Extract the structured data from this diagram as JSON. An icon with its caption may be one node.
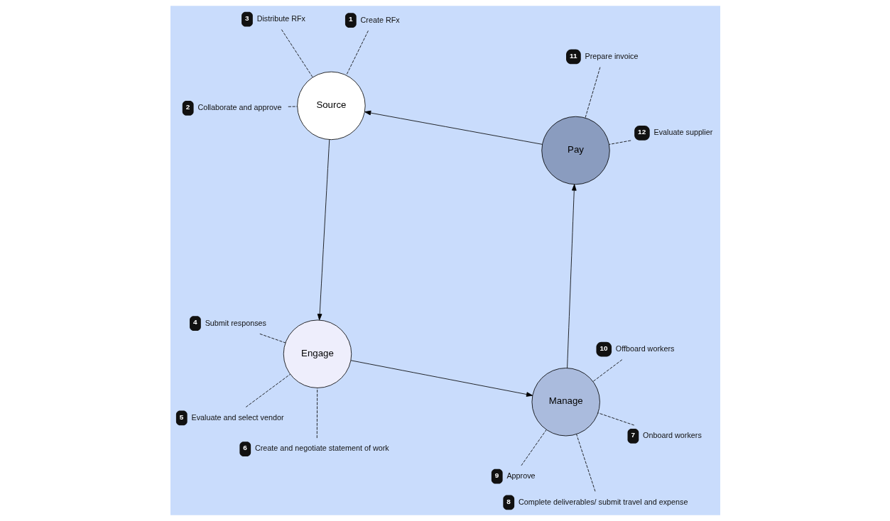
{
  "diagram": {
    "nodes": [
      {
        "text": [
          "Source"
        ]
      },
      {
        "text": [
          "1"
        ],
        "beside": [
          "Create RFx"
        ]
      },
      {
        "text": [
          "2"
        ],
        "beside": [
          "Collaborate and approve"
        ]
      },
      {
        "text": [
          "3"
        ],
        "beside": [
          "Distribute RFx"
        ]
      },
      {
        "text": [
          "Engage"
        ]
      },
      {
        "text": [
          "4"
        ],
        "beside": [
          "Submit responses"
        ]
      },
      {
        "text": [
          "5"
        ],
        "beside": [
          "Evaluate and select vendor"
        ]
      },
      {
        "text": [
          "6"
        ],
        "beside": [
          "Create and negotiate statement of work"
        ]
      },
      {
        "text": [
          "Manage"
        ]
      },
      {
        "text": [
          "7"
        ],
        "beside": [
          "Onboard workers"
        ]
      },
      {
        "text": [
          "8"
        ],
        "beside": [
          "Complete deliverables/ submit travel and expense"
        ]
      },
      {
        "text": [
          "9"
        ],
        "beside": [
          "Approve"
        ]
      },
      {
        "text": [
          "10"
        ],
        "beside": [
          "Offboard workers"
        ]
      },
      {
        "text": [
          "Pay"
        ]
      },
      {
        "text": [
          "11"
        ],
        "beside": [
          "Prepare invoice"
        ]
      },
      {
        "text": [
          "12"
        ],
        "beside": [
          "Evaluate supplier"
        ]
      }
    ],
    "edges": [
      {
        "from": 0,
        "to": 4,
        "arrow": "to"
      },
      {
        "from": 4,
        "to": 8,
        "arrow": "to"
      },
      {
        "from": 8,
        "to": 13,
        "arrow": "to"
      },
      {
        "from": 13,
        "to": 0,
        "arrow": "to"
      },
      {
        "from": 1,
        "to": 0,
        "arrow": "none",
        "style": "dashed"
      },
      {
        "from": 2,
        "to": 0,
        "arrow": "none",
        "style": "dashed"
      },
      {
        "from": 3,
        "to": 0,
        "arrow": "none",
        "style": "dashed"
      },
      {
        "from": 5,
        "to": 4,
        "arrow": "none",
        "style": "dashed"
      },
      {
        "from": 6,
        "to": 4,
        "arrow": "none",
        "style": "dashed"
      },
      {
        "from": 7,
        "to": 4,
        "arrow": "none",
        "style": "dashed"
      },
      {
        "from": 9,
        "to": 8,
        "arrow": "none",
        "style": "dashed"
      },
      {
        "from": 10,
        "to": 8,
        "arrow": "none",
        "style": "dashed"
      },
      {
        "from": 11,
        "to": 8,
        "arrow": "none",
        "style": "dashed"
      },
      {
        "from": 12,
        "to": 8,
        "arrow": "none",
        "style": "dashed"
      },
      {
        "from": 14,
        "to": 13,
        "arrow": "none",
        "style": "dashed"
      },
      {
        "from": 15,
        "to": 13,
        "arrow": "none",
        "style": "dashed"
      }
    ]
  }
}
